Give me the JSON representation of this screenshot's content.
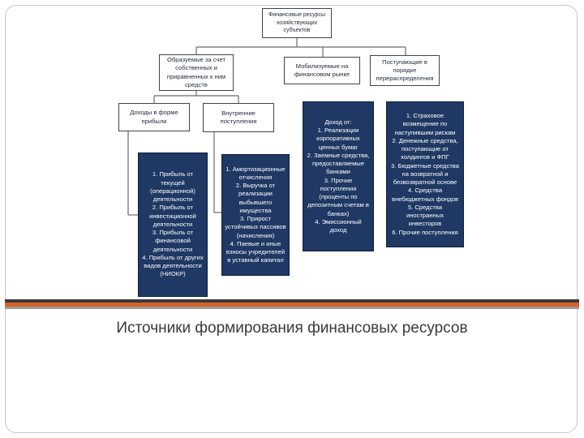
{
  "diagram": {
    "root": [
      "Финансовые ресурсы",
      "хозяйствующих",
      "субъектов"
    ],
    "own_funds": [
      "Образуемые за счет",
      "собственных и",
      "приравненных к ним",
      "средств"
    ],
    "market": [
      "Мобилизуемые на",
      "финансовом рынке"
    ],
    "redistribution": [
      "Поступающие в",
      "порядке",
      "перераспределения"
    ],
    "profit_income": [
      "Доходы в форме",
      "прибыли"
    ],
    "internal": [
      "Внутренние",
      "поступления"
    ],
    "profit_list": [
      "1. Прибыль от",
      "текущей",
      "(операционной)",
      "деятельности",
      "2. Прибыль от",
      "инвестиционной",
      "деятельности",
      "3. Прибыль от",
      "финансовой",
      "деятельности",
      "4. Прибыль от других",
      "видов деятельности",
      "(НИОКР)"
    ],
    "internal_list": [
      "1. Амортизационные",
      "отчисления",
      "2. Выручка от",
      "реализации",
      "выбывшего",
      "имущества",
      "3. Прирост",
      "устойчивых пассивов",
      "(начисления)",
      "4. Паевые и иные",
      "взносы учредителей",
      "в уставный капитал"
    ],
    "market_list": [
      "Доход от:",
      "1. Реализации",
      "корпоративных",
      "ценных бумаг",
      "2. Заемные средства,",
      "предоставляемые",
      "банками",
      "3. Прочие",
      "поступления",
      "(проценты по",
      "депозитным счетам в",
      "банках)",
      "4. Эмиссионный",
      "доход"
    ],
    "redistribution_list": [
      "1. Страховое",
      "возмещение по",
      "наступившим рискам",
      "2. Денежные средства,",
      "поступающие от",
      "холдингов и ФПГ",
      "3. Бюджетные средства",
      "на возвратной и",
      "безвозвратной основе",
      "4. Средства",
      "внебюджетных фондов",
      "5. Средства",
      "иностранных",
      "инвесторов",
      "6. Прочие поступления"
    ]
  },
  "caption": "Источники формирования финансовых ресурсов"
}
